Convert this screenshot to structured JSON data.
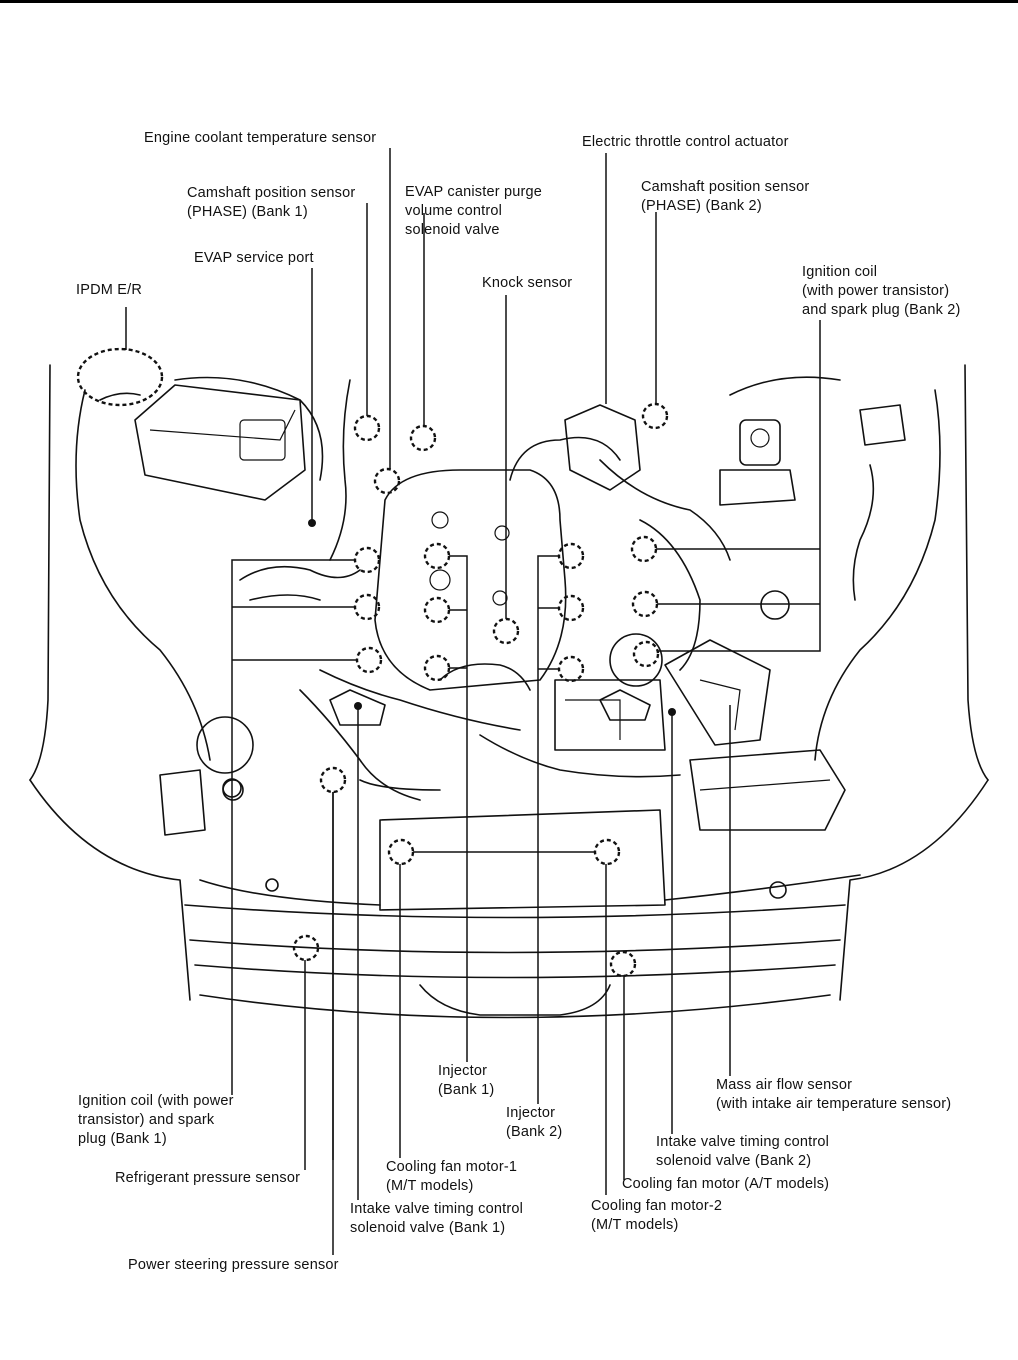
{
  "labels": {
    "engine_coolant_temp": "Engine coolant temperature sensor",
    "electric_throttle": "Electric throttle control actuator",
    "cam_sensor_bank1": [
      "Camshaft position sensor",
      "(PHASE) (Bank 1)"
    ],
    "evap_purge": [
      "EVAP canister purge",
      "volume control",
      "solenoid valve"
    ],
    "cam_sensor_bank2": [
      "Camshaft position sensor",
      "(PHASE) (Bank 2)"
    ],
    "evap_service_port": "EVAP service port",
    "knock_sensor": "Knock sensor",
    "ignition_coil_bank2": [
      "Ignition coil",
      "(with power transistor)",
      "and spark plug (Bank 2)"
    ],
    "ipdm": "IPDM E/R",
    "injector_bank1": [
      "Injector",
      "(Bank 1)"
    ],
    "mass_air_flow": [
      "Mass air flow sensor",
      "(with intake air temperature sensor)"
    ],
    "ignition_coil_bank1": [
      "Ignition coil (with power",
      "transistor) and spark",
      "plug (Bank 1)"
    ],
    "injector_bank2": [
      "Injector",
      "(Bank 2)"
    ],
    "ivt_bank2": [
      "Intake valve timing control",
      "solenoid valve (Bank 2)"
    ],
    "refrigerant_pressure": "Refrigerant pressure sensor",
    "cooling_fan_1": [
      "Cooling fan motor-1",
      "(M/T models)"
    ],
    "cooling_fan_at": "Cooling fan motor (A/T models)",
    "ivt_bank1": [
      "Intake valve timing control",
      "solenoid valve (Bank 1)"
    ],
    "cooling_fan_2": [
      "Cooling fan motor-2",
      "(M/T models)"
    ],
    "ps_pressure": "Power steering pressure sensor"
  }
}
